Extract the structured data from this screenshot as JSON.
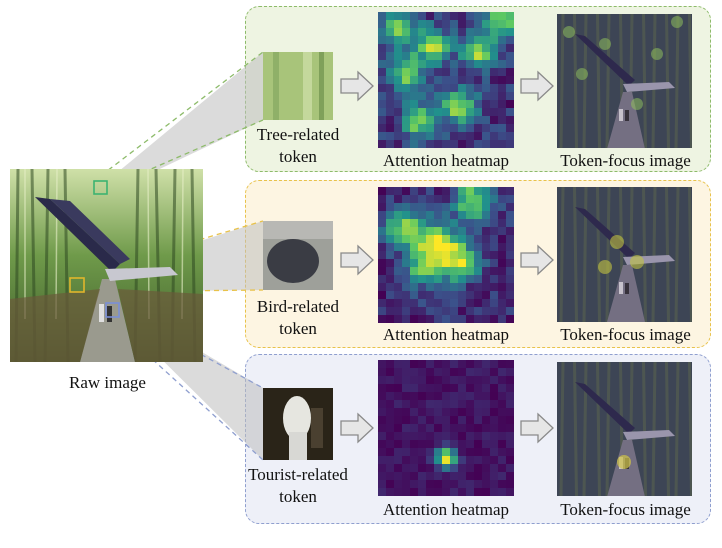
{
  "raw_image": {
    "label": "Raw image"
  },
  "rows": [
    {
      "token_label_line1": "Tree-related",
      "token_label_line2": "token",
      "heatmap_label": "Attention heatmap",
      "focus_label": "Token-focus image",
      "panel_fill": "#eef4e2",
      "panel_border": "#8dbb6a",
      "box_color": "#3cb371"
    },
    {
      "token_label_line1": "Bird-related",
      "token_label_line2": "token",
      "heatmap_label": "Attention heatmap",
      "focus_label": "Token-focus image",
      "panel_fill": "#fdf5e2",
      "panel_border": "#e8c24a",
      "box_color": "#e0b62c"
    },
    {
      "token_label_line1": "Tourist-related",
      "token_label_line2": "token",
      "heatmap_label": "Attention heatmap",
      "focus_label": "Token-focus image",
      "panel_fill": "#eef0f8",
      "panel_border": "#8f9fcf",
      "box_color": "#7a8fd6"
    }
  ]
}
